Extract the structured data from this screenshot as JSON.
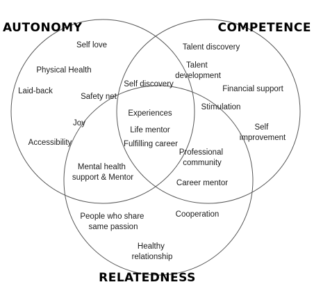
{
  "diagram": {
    "sets": {
      "autonomy": "AUTONOMY",
      "competence": "COMPETENCE",
      "relatedness": "RELATEDNESS"
    },
    "items": {
      "self_love": "Self love",
      "physical_health": "Physical Health",
      "laid_back": "Laid-back",
      "safety_net": "Safety net",
      "joy": "Joy",
      "accessibility": "Accessibility",
      "self_discovery": "Self discovery",
      "talent_discovery": "Talent discovery",
      "talent_development": [
        "Talent",
        "development"
      ],
      "financial_support": "Financial support",
      "stimulation": "Stimulation",
      "self_improvement": [
        "Self",
        "improvement"
      ],
      "experiences": "Experiences",
      "life_mentor": "Life mentor",
      "fulfilling_career": "Fulfilling career",
      "mental_health_support": [
        "Mental health",
        "support & Mentor"
      ],
      "professional_community": [
        "Professional",
        "community"
      ],
      "career_mentor": "Career mentor",
      "people_who_share_passion": [
        "People who share",
        "same passion"
      ],
      "cooperation": "Cooperation",
      "healthy_relationship": [
        "Healthy",
        "relationship"
      ]
    }
  }
}
